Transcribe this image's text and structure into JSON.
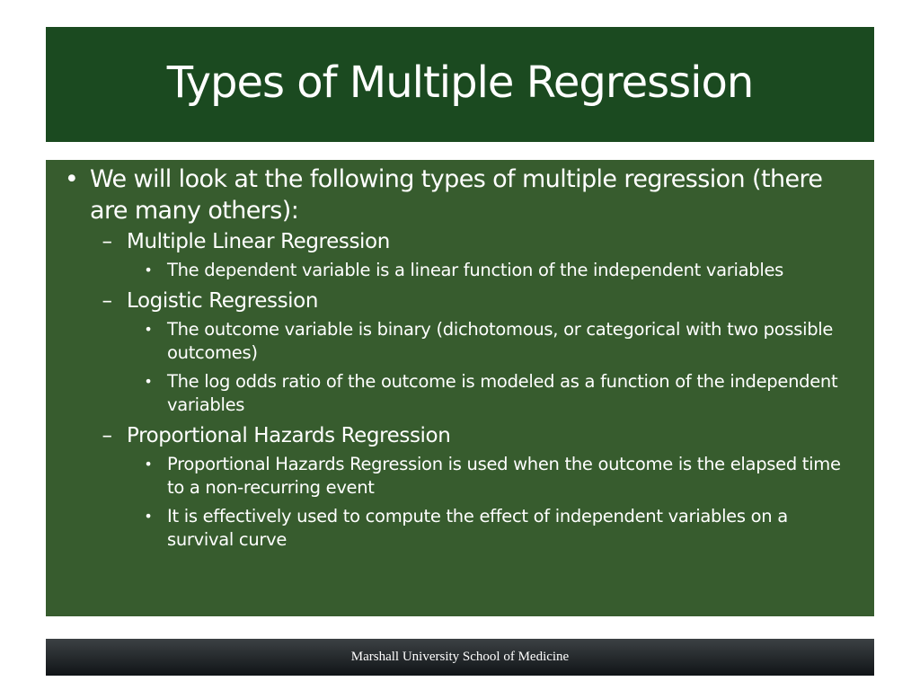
{
  "slide": {
    "title": "Types of Multiple Regression",
    "bullets": [
      {
        "text": "We will look at the following types of multiple regression (there are many others):",
        "marker": "•",
        "children": [
          {
            "text": "Multiple Linear Regression",
            "marker": "–",
            "children": [
              {
                "text": "The dependent variable is a linear function of the independent variables",
                "marker": "•"
              }
            ]
          },
          {
            "text": "Logistic Regression",
            "marker": "–",
            "children": [
              {
                "text": "The outcome variable is binary (dichotomous, or categorical with two possible outcomes)",
                "marker": "•"
              },
              {
                "text": "The log odds ratio of the outcome is modeled as a function of the independent variables",
                "marker": "•"
              }
            ]
          },
          {
            "text": "Proportional Hazards Regression",
            "marker": "–",
            "children": [
              {
                "text": "Proportional Hazards Regression is used when the outcome is the elapsed time to a non-recurring event",
                "marker": "•"
              },
              {
                "text": "It is effectively used to compute the effect of independent variables on a survival curve",
                "marker": "•"
              }
            ]
          }
        ]
      }
    ],
    "footer": "Marshall University School of Medicine"
  },
  "colors": {
    "title_bg": "#1b4a20",
    "content_bg": "#375c2e",
    "text": "#ffffff",
    "footer_bg": "#1f2326"
  }
}
